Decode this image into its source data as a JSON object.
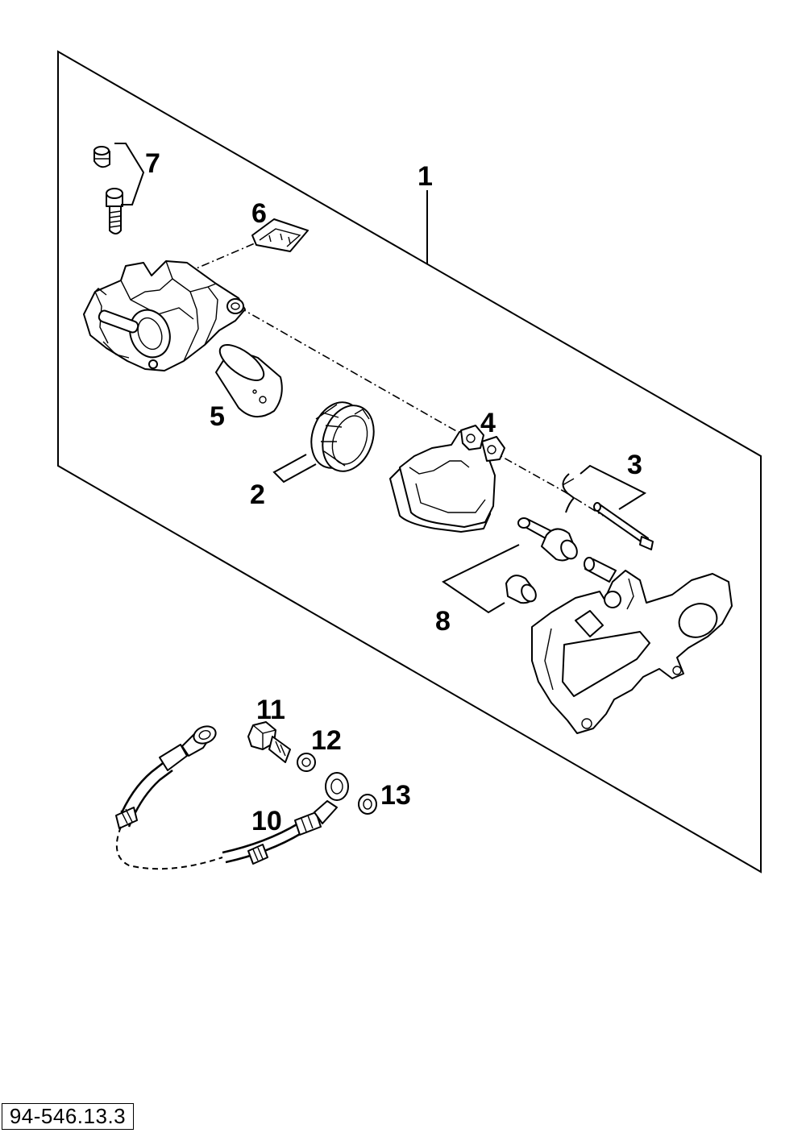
{
  "callouts": {
    "c1": "1",
    "c2": "2",
    "c3": "3",
    "c4": "4",
    "c5": "5",
    "c6": "6",
    "c7": "7",
    "c8": "8",
    "c10": "10",
    "c11": "11",
    "c12": "12",
    "c13": "13"
  },
  "reference_number": "94-546.13.3"
}
